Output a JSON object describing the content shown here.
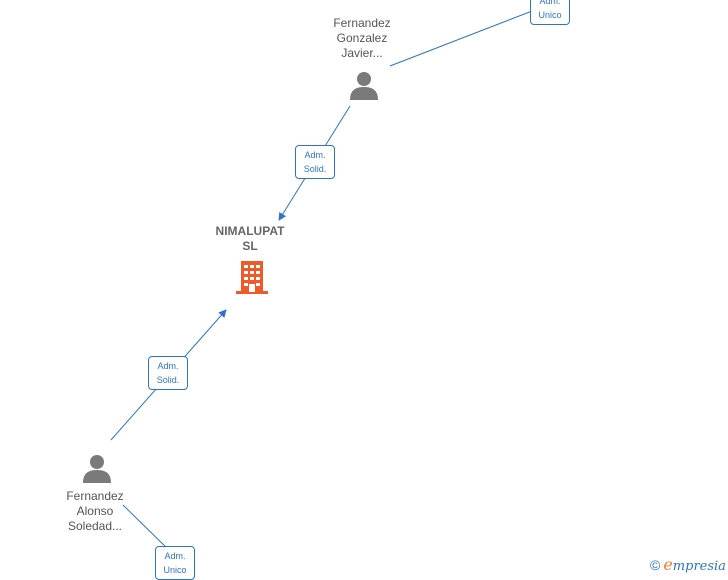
{
  "colors": {
    "edge": "#2f73c4",
    "person": "#7a7a7a",
    "company": "#f05a28"
  },
  "company": {
    "name_line1": "NIMALUPAT",
    "name_line2": "SL",
    "icon": "building-icon"
  },
  "people": [
    {
      "id": "fernandez-gonzalez",
      "lines": [
        "Fernandez",
        "Gonzalez",
        "Javier..."
      ],
      "icon": "person-icon"
    },
    {
      "id": "fernandez-alonso",
      "lines": [
        "Fernandez",
        "Alonso",
        "Soledad..."
      ],
      "icon": "person-icon"
    }
  ],
  "edges": [
    {
      "id": "top-offscreen",
      "role_line1": "Adm.",
      "role_line2": "Unico"
    },
    {
      "id": "gonzalez-to-company",
      "role_line1": "Adm.",
      "role_line2": "Solid."
    },
    {
      "id": "alonso-to-company",
      "role_line1": "Adm.",
      "role_line2": "Solid."
    },
    {
      "id": "bottom-offscreen",
      "role_line1": "Adm.",
      "role_line2": "Unico"
    }
  ],
  "footer": {
    "copyright_symbol": "©",
    "brand_first": "e",
    "brand_rest": "mpresia"
  }
}
